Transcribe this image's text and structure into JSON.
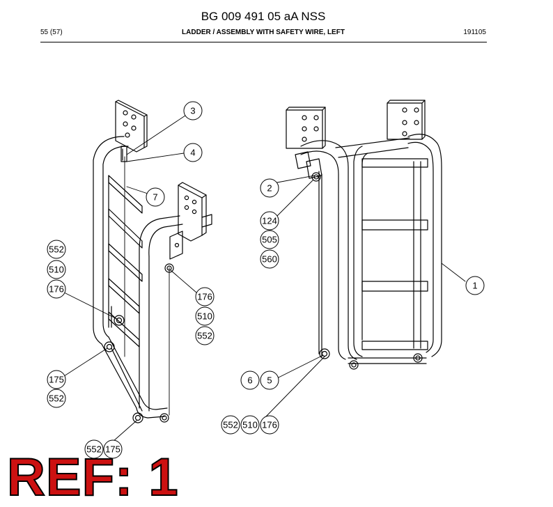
{
  "header": {
    "document_number": "BG 009 491 05 aA NSS",
    "page": "55 (57)",
    "title": "LADDER / ASSEMBLY WITH SAFETY WIRE, LEFT",
    "code": "191105"
  },
  "callouts": {
    "c3": "3",
    "c4": "4",
    "c7": "7",
    "left_upper_552": "552",
    "left_upper_510": "510",
    "left_upper_176": "176",
    "left_mid_176": "176",
    "left_mid_510": "510",
    "left_mid_552": "552",
    "left_lower_175": "175",
    "left_lower_552": "552",
    "left_bottom_552": "552",
    "left_bottom_175": "175",
    "c2": "2",
    "c124": "124",
    "c505": "505",
    "c560": "560",
    "c1": "1",
    "c6": "6",
    "c5": "5",
    "right_bottom_552": "552",
    "right_bottom_510": "510",
    "right_bottom_176": "176"
  },
  "reference_label": "REF: 1"
}
